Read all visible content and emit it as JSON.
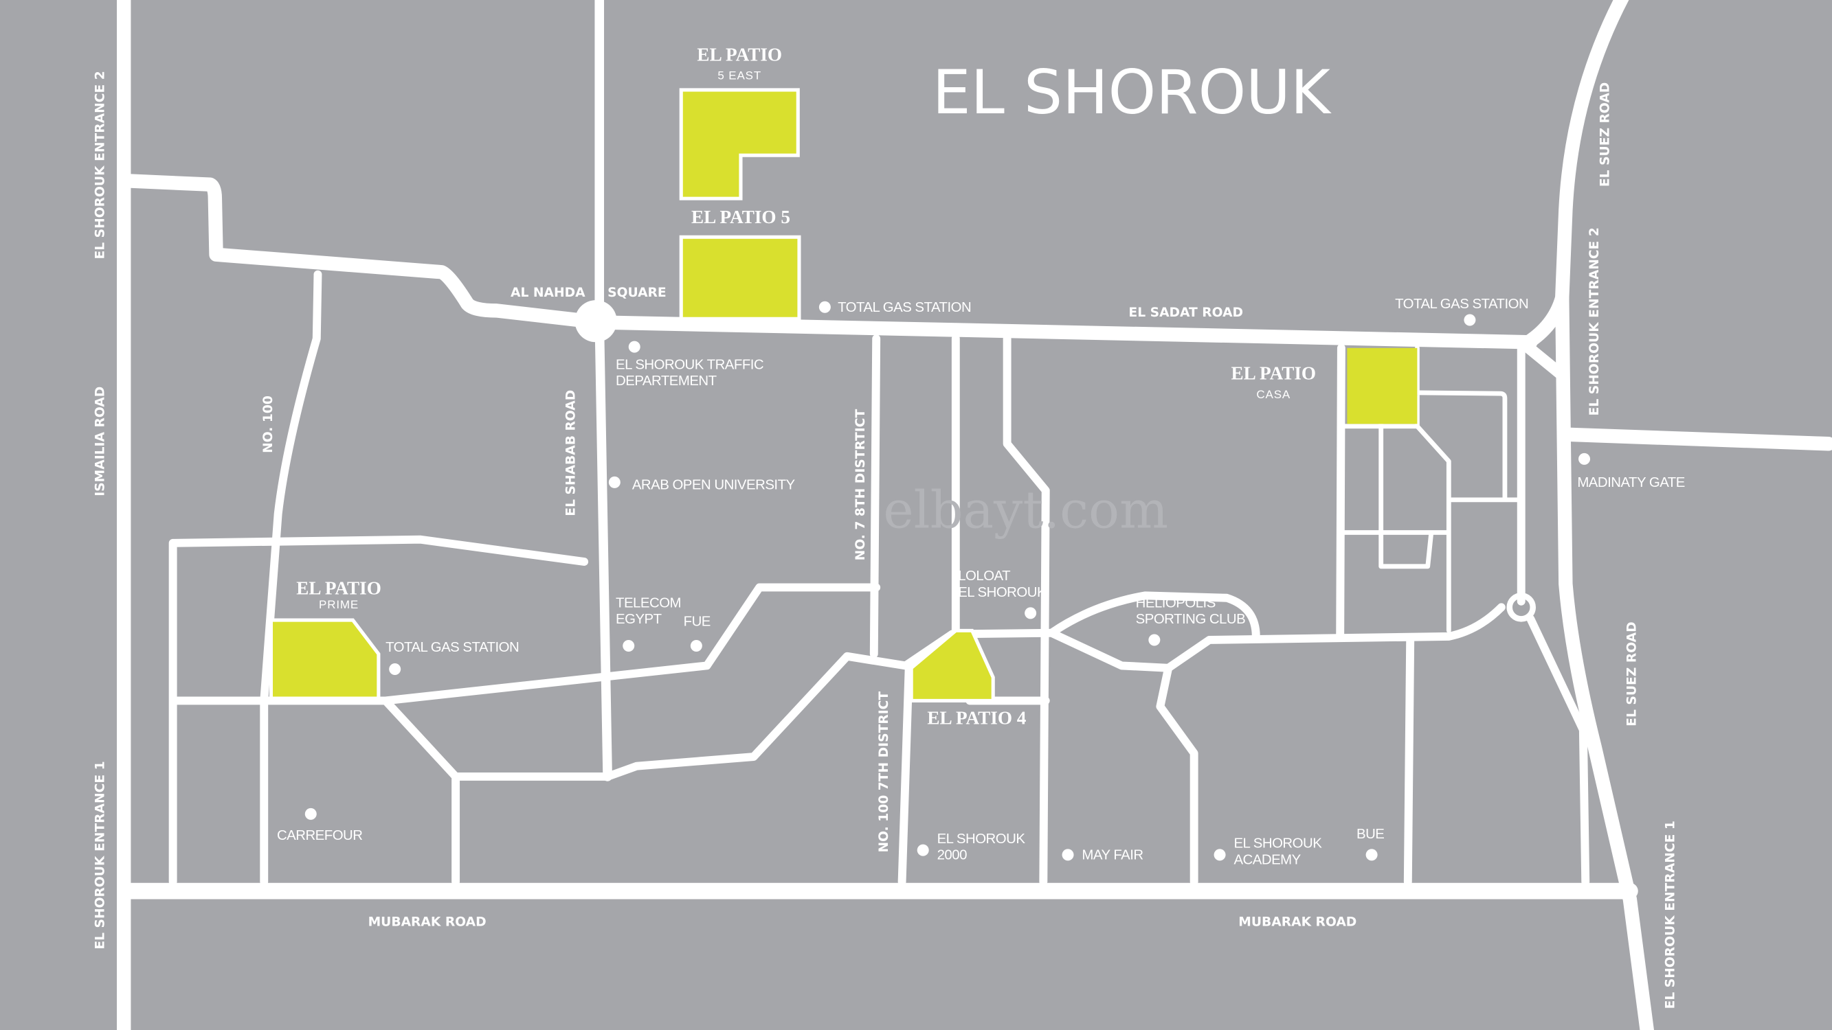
{
  "title": "EL SHOROUK",
  "watermark": "elbayt.com",
  "colors": {
    "background": "#a5a6aa",
    "road": "#ffffff",
    "project": "#d9e02e"
  },
  "projects": [
    {
      "name": "EL PATIO",
      "sub": "5 EAST"
    },
    {
      "name": "EL PATIO 5"
    },
    {
      "name": "EL PATIO",
      "sub": "CASA"
    },
    {
      "name": "EL PATIO",
      "sub": "PRIME"
    },
    {
      "name": "EL PATIO 4"
    }
  ],
  "roads": {
    "entrance2_left": "EL SHOROUK ENTRANCE 2",
    "ismailia": "ISMAILIA ROAD",
    "entrance1_left": "EL SHOROUK ENTRANCE 1",
    "no100": "NO. 100",
    "shabab": "EL SHABAB ROAD",
    "no7": "NO. 7 8TH DISTRTICT",
    "no100_7th": "NO. 100 7TH DISTRICT",
    "sadat": "EL SADAT ROAD",
    "suez_top": "EL SUEZ ROAD",
    "entrance2_right": "EL SHOROUK ENTRANCE 2",
    "suez_bottom": "EL SUEZ ROAD",
    "entrance1_right": "EL SHOROUK ENTRANCE 1",
    "mubarak_left": "MUBARAK ROAD",
    "mubarak_right": "MUBARAK ROAD"
  },
  "square": {
    "left": "AL NAHDA",
    "right": "SQUARE"
  },
  "pois": [
    {
      "line1": "TOTAL GAS STATION"
    },
    {
      "line1": "EL SHOROUK TRAFFIC",
      "line2": "DEPARTEMENT"
    },
    {
      "line1": "ARAB OPEN UNIVERSITY"
    },
    {
      "line1": "TOTAL GAS STATION"
    },
    {
      "line1": "MADINATY GATE"
    },
    {
      "line1": "TELECOM",
      "line2": "EGYPT"
    },
    {
      "line1": "FUE"
    },
    {
      "line1": "TOTAL GAS STATION"
    },
    {
      "line1": "LOLOAT",
      "line2": "EL SHOROUK"
    },
    {
      "line1": "HELIOPOLIS",
      "line2": "SPORTING CLUB"
    },
    {
      "line1": "CARREFOUR"
    },
    {
      "line1": "EL SHOROUK",
      "line2": "2000"
    },
    {
      "line1": "MAY FAIR"
    },
    {
      "line1": "EL SHOROUK",
      "line2": "ACADEMY"
    },
    {
      "line1": "BUE"
    }
  ]
}
